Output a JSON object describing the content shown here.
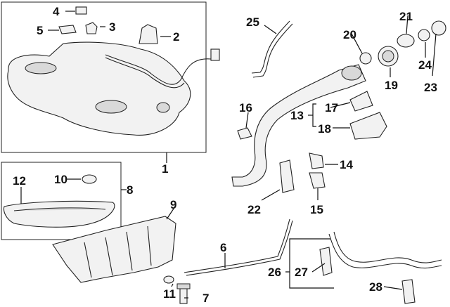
{
  "callouts": {
    "c1": "1",
    "c2": "2",
    "c3": "3",
    "c4": "4",
    "c5": "5",
    "c6": "6",
    "c7": "7",
    "c8": "8",
    "c9": "9",
    "c10": "10",
    "c11": "11",
    "c12": "12",
    "c13": "13",
    "c14": "14",
    "c15": "15",
    "c16": "16",
    "c17": "17",
    "c18": "18",
    "c19": "19",
    "c20": "20",
    "c21": "21",
    "c22": "22",
    "c23": "23",
    "c24": "24",
    "c25": "25",
    "c26": "26",
    "c27": "27",
    "c28": "28"
  },
  "colors": {
    "line": "#111111",
    "part_fill": "#f2f2f2",
    "part_shade": "#d9d9d9"
  }
}
